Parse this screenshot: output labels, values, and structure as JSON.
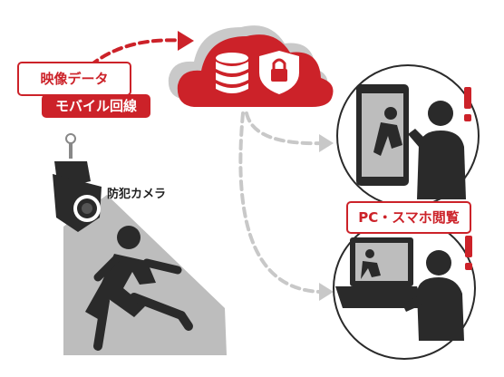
{
  "labels": {
    "video_data": "映像データ",
    "mobile_line": "モバイル回線",
    "security_camera": "防犯カメラ",
    "pc_smartphone_view": "PC・スマホ閲覧"
  },
  "colors": {
    "accent_red": "#cc2229",
    "cloud_shadow": "#c9c9c9",
    "figure_dark": "#2a2a2a",
    "beam_gray": "#bdbdbd",
    "dashed_gray": "#c8c8c8"
  },
  "icons": [
    "database-icon",
    "shield-lock-icon",
    "camera-icon",
    "running-person-icon",
    "smartphone-icon",
    "laptop-icon",
    "alert-icon"
  ]
}
